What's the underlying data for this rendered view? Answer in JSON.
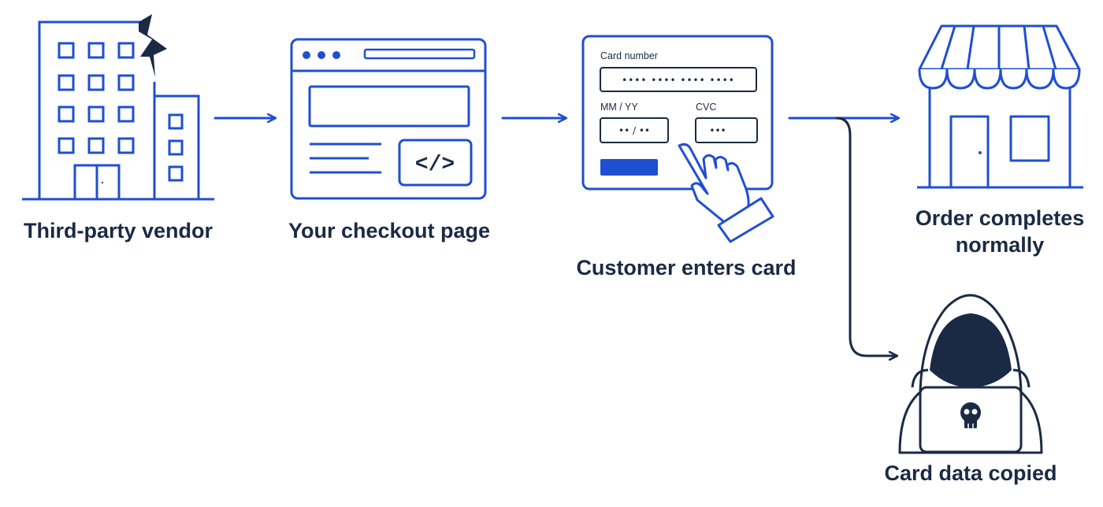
{
  "colors": {
    "accent": "#1f4fd1",
    "dark": "#1b2a44",
    "background": "#ffffff"
  },
  "nodes": {
    "vendor": {
      "label": "Third-party vendor",
      "icon": "office-building-icon"
    },
    "checkout": {
      "label": "Your checkout page",
      "icon": "browser-code-window-icon"
    },
    "customer": {
      "label": "Customer enters card",
      "icon": "card-form-hand-icon"
    },
    "order": {
      "label_line1": "Order completes",
      "label_line2": "normally",
      "icon": "storefront-icon"
    },
    "attacker": {
      "label": "Card data copied",
      "icon": "hooded-hacker-skull-icon"
    }
  },
  "card_form": {
    "card_number_label": "Card number",
    "card_number_value": "•••• •••• •••• ••••",
    "expiry_label": "MM / YY",
    "expiry_value": "•• / ••",
    "cvc_label": "CVC",
    "cvc_value": "•••"
  },
  "browser": {
    "code_glyph": "</>"
  }
}
